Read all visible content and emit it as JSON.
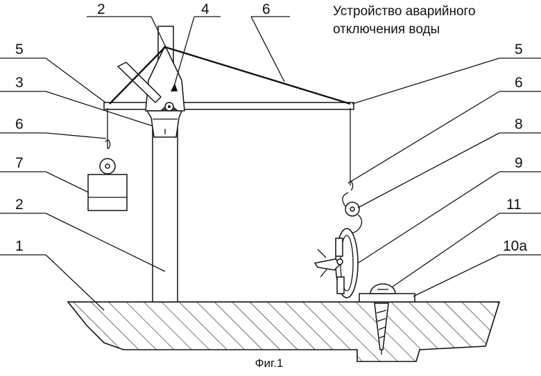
{
  "title_line1": "Устройство аварийного",
  "title_line2": "отключения воды",
  "caption": "Фиг.1",
  "callouts": {
    "top_left_2": "2",
    "top_4": "4",
    "top_6": "6",
    "left_5": "5",
    "left_3": "3",
    "left_6": "6",
    "left_7": "7",
    "left_2": "2",
    "left_1": "1",
    "right_5": "5",
    "right_6": "6",
    "right_8": "8",
    "right_9": "9",
    "right_11": "11",
    "right_10a": "10а"
  }
}
